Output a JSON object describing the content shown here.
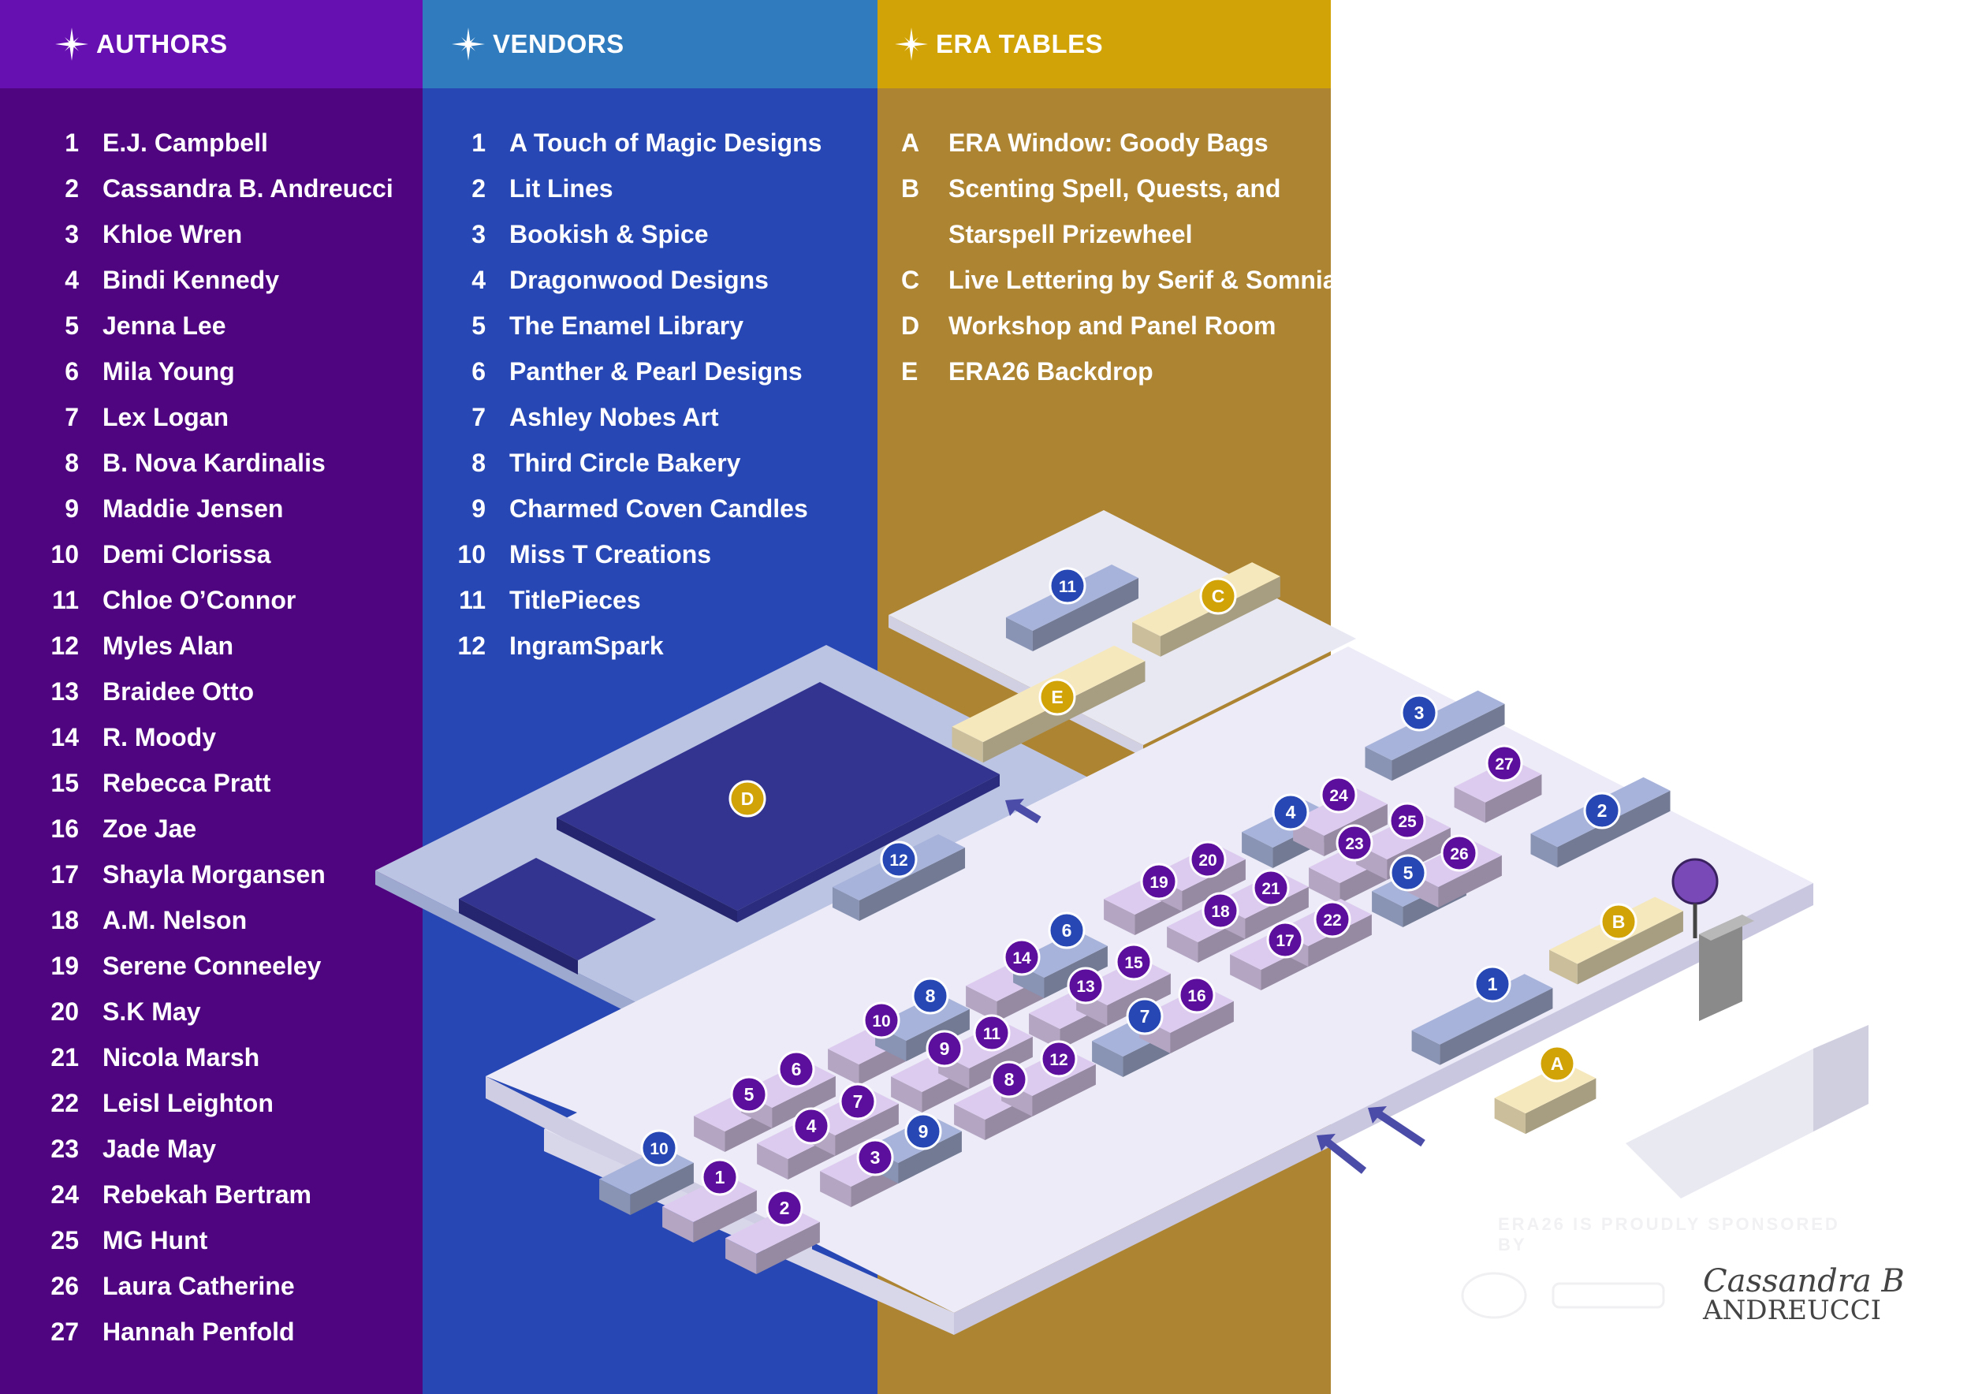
{
  "authors": {
    "title": "AUTHORS",
    "items": [
      {
        "n": "1",
        "name": "E.J. Campbell"
      },
      {
        "n": "2",
        "name": "Cassandra B. Andreucci"
      },
      {
        "n": "3",
        "name": "Khloe Wren"
      },
      {
        "n": "4",
        "name": "Bindi Kennedy"
      },
      {
        "n": "5",
        "name": "Jenna Lee"
      },
      {
        "n": "6",
        "name": "Mila Young"
      },
      {
        "n": "7",
        "name": "Lex Logan"
      },
      {
        "n": "8",
        "name": "B. Nova Kardinalis"
      },
      {
        "n": "9",
        "name": "Maddie Jensen"
      },
      {
        "n": "10",
        "name": "Demi Clorissa"
      },
      {
        "n": "11",
        "name": "Chloe O’Connor"
      },
      {
        "n": "12",
        "name": "Myles Alan"
      },
      {
        "n": "13",
        "name": "Braidee Otto"
      },
      {
        "n": "14",
        "name": "R. Moody"
      },
      {
        "n": "15",
        "name": "Rebecca Pratt"
      },
      {
        "n": "16",
        "name": "Zoe Jae"
      },
      {
        "n": "17",
        "name": "Shayla Morgansen"
      },
      {
        "n": "18",
        "name": "A.M. Nelson"
      },
      {
        "n": "19",
        "name": "Serene Conneeley"
      },
      {
        "n": "20",
        "name": "S.K May"
      },
      {
        "n": "21",
        "name": "Nicola Marsh"
      },
      {
        "n": "22",
        "name": "Leisl Leighton"
      },
      {
        "n": "23",
        "name": "Jade May"
      },
      {
        "n": "24",
        "name": "Rebekah Bertram"
      },
      {
        "n": "25",
        "name": "MG Hunt"
      },
      {
        "n": "26",
        "name": "Laura Catherine"
      },
      {
        "n": "27",
        "name": "Hannah Penfold"
      }
    ]
  },
  "vendors": {
    "title": "VENDORS",
    "items": [
      {
        "n": "1",
        "name": "A Touch of Magic Designs"
      },
      {
        "n": "2",
        "name": "Lit Lines"
      },
      {
        "n": "3",
        "name": "Bookish & Spice"
      },
      {
        "n": "4",
        "name": "Dragonwood Designs"
      },
      {
        "n": "5",
        "name": "The Enamel Library"
      },
      {
        "n": "6",
        "name": "Panther & Pearl Designs"
      },
      {
        "n": "7",
        "name": "Ashley Nobes Art"
      },
      {
        "n": "8",
        "name": "Third Circle Bakery"
      },
      {
        "n": "9",
        "name": "Charmed Coven Candles"
      },
      {
        "n": "10",
        "name": "Miss T Creations"
      },
      {
        "n": "11",
        "name": "TitlePieces"
      },
      {
        "n": "12",
        "name": "IngramSpark"
      }
    ]
  },
  "era": {
    "title": "ERA TABLES",
    "items": [
      {
        "n": "A",
        "name": "ERA Window: Goody Bags"
      },
      {
        "n": "B",
        "name": "Scenting Spell, Quests, and",
        "cont": "Starspell Prizewheel"
      },
      {
        "n": "C",
        "name": "Live Lettering by Serif & Somnia"
      },
      {
        "n": "D",
        "name": "Workshop and Panel Room"
      },
      {
        "n": "E",
        "name": "ERA26 Backdrop"
      }
    ]
  },
  "colors": {
    "author_marker": "#5c0f9c",
    "vendor_marker": "#2747b5",
    "era_marker": "#d1a307",
    "author_table": "#dccbee",
    "vendor_table": "#a7b3da",
    "era_table": "#f6e8bd",
    "room": "#2f2f8f",
    "floor": "#ecebf7"
  },
  "map": {
    "markers": [
      {
        "label": "1",
        "kind": "author"
      },
      {
        "label": "2",
        "kind": "author"
      },
      {
        "label": "3",
        "kind": "author"
      },
      {
        "label": "4",
        "kind": "author"
      },
      {
        "label": "5",
        "kind": "author"
      },
      {
        "label": "6",
        "kind": "author"
      },
      {
        "label": "7",
        "kind": "author"
      },
      {
        "label": "8",
        "kind": "author"
      },
      {
        "label": "9",
        "kind": "author"
      },
      {
        "label": "10",
        "kind": "author"
      },
      {
        "label": "11",
        "kind": "author"
      },
      {
        "label": "12",
        "kind": "author"
      },
      {
        "label": "13",
        "kind": "author"
      },
      {
        "label": "14",
        "kind": "author"
      },
      {
        "label": "15",
        "kind": "author"
      },
      {
        "label": "16",
        "kind": "author"
      },
      {
        "label": "17",
        "kind": "author"
      },
      {
        "label": "18",
        "kind": "author"
      },
      {
        "label": "19",
        "kind": "author"
      },
      {
        "label": "20",
        "kind": "author"
      },
      {
        "label": "21",
        "kind": "author"
      },
      {
        "label": "22",
        "kind": "author"
      },
      {
        "label": "23",
        "kind": "author"
      },
      {
        "label": "24",
        "kind": "author"
      },
      {
        "label": "25",
        "kind": "author"
      },
      {
        "label": "26",
        "kind": "author"
      },
      {
        "label": "27",
        "kind": "author"
      },
      {
        "label": "1",
        "kind": "vendor"
      },
      {
        "label": "2",
        "kind": "vendor"
      },
      {
        "label": "3",
        "kind": "vendor"
      },
      {
        "label": "4",
        "kind": "vendor"
      },
      {
        "label": "5",
        "kind": "vendor"
      },
      {
        "label": "6",
        "kind": "vendor"
      },
      {
        "label": "7",
        "kind": "vendor"
      },
      {
        "label": "8",
        "kind": "vendor"
      },
      {
        "label": "9",
        "kind": "vendor"
      },
      {
        "label": "10",
        "kind": "vendor"
      },
      {
        "label": "11",
        "kind": "vendor"
      },
      {
        "label": "12",
        "kind": "vendor"
      },
      {
        "label": "A",
        "kind": "era"
      },
      {
        "label": "B",
        "kind": "era"
      },
      {
        "label": "C",
        "kind": "era"
      },
      {
        "label": "D",
        "kind": "era"
      },
      {
        "label": "E",
        "kind": "era"
      }
    ]
  },
  "sponsor": {
    "text": "ERA26 IS PROUDLY SPONSORED BY",
    "signature": "Cassandra B",
    "signature_name": "ANDREUCCI"
  }
}
